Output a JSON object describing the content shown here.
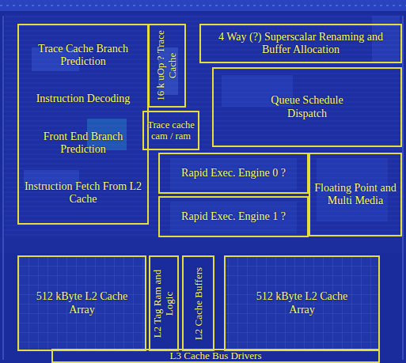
{
  "diagram": {
    "nodes": [
      {
        "text": [
          "Trace Cache Branch Prediction",
          "Instruction Decoding",
          "Front End Branch Prediction",
          "Instruction Fetch From L2 Cache"
        ]
      },
      {
        "text": [
          "16 k uOp ? Trace Cache"
        ]
      },
      {
        "text": [
          "4 Way (?) Superscalar Renaming and Buffer Allocation"
        ]
      },
      {
        "text": [
          "Trace cache cam / ram"
        ]
      },
      {
        "text": [
          "Queue Schedule Dispatch"
        ]
      },
      {
        "text": [
          "Rapid Exec. Engine 0 ?"
        ]
      },
      {
        "text": [
          "Floating Point and Multi Media"
        ]
      },
      {
        "text": [
          "Rapid Exec. Engine 1 ?"
        ]
      },
      {
        "text": [
          "512 kByte L2 Cache Array"
        ]
      },
      {
        "text": [
          "L2 Tag Ram and Logic"
        ]
      },
      {
        "text": [
          "L2 Cache Buffers"
        ]
      },
      {
        "text": [
          "512 kByte L2 Cache Array"
        ]
      },
      {
        "text": [
          "L3 Cache Bus Drivers"
        ]
      }
    ]
  }
}
